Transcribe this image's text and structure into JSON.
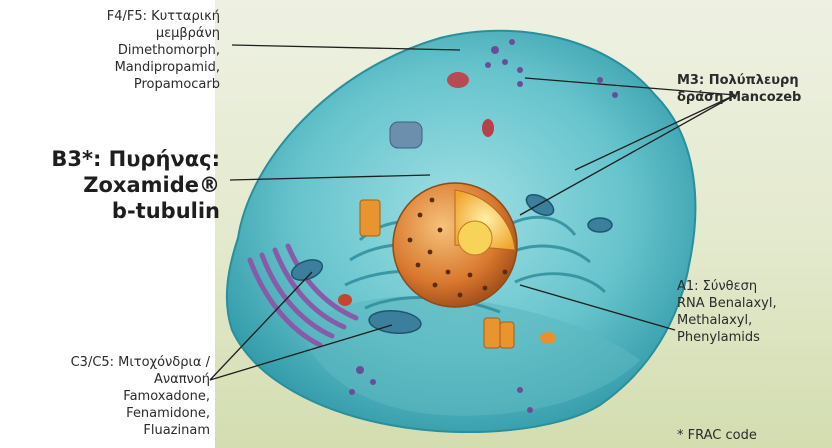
{
  "labels": {
    "membrane": "F4/F5: Κυτταρική\nμεμβράνη\nDimethomorph,\nMandipropamid,\nPropamocarb",
    "nucleus": "B3*: Πυρήνας:\nZoxamide®\nb-tubulin",
    "multisite": "M3: Πολύπλευρη\nδράση Mancozeb",
    "rna": "A1: Σύνθεση\nRNA Benalaxyl,\nMethalaxyl,\nPhenylamids",
    "mitochondria": "C3/C5: Μιτοχόνδρια /\nΑναπνοή\nFamoxadone,\nFenamidone,\nFluazinam",
    "footnote": "* FRAC code"
  },
  "colors": {
    "cytoplasm": "#6cc7cf",
    "cytoplasm_dark": "#2f9aa8",
    "nucleus": "#e0893a",
    "nucleus_inner": "#f4c24a",
    "golgi": "#8a5aa8",
    "mitochondria": "#3c7f9c",
    "er": "#4fa8b5",
    "vesicle": "#6a4d9a",
    "accent_red": "#c0392b",
    "orange": "#e8952f",
    "leader": "#1e1e1e"
  }
}
